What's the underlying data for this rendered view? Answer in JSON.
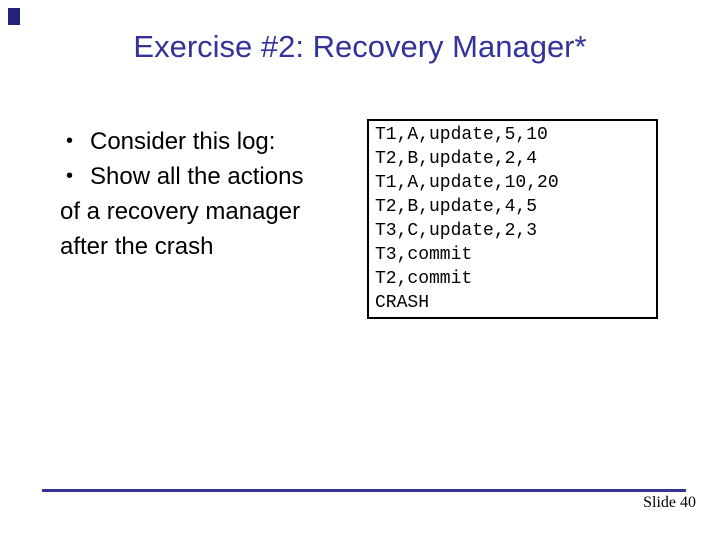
{
  "slide": {
    "title": "Exercise #2: Recovery Manager*",
    "body": {
      "bullet_char": "•",
      "bullets": [
        {
          "text": "Consider this log:"
        },
        {
          "text": "Show all the actions"
        }
      ],
      "wrap_lines": [
        "of a recovery manager",
        "after the crash"
      ]
    },
    "log_box": {
      "lines": [
        "T1,A,update,5,10",
        "T2,B,update,2,4",
        "T1,A,update,10,20",
        "T2,B,update,4,5",
        "T3,C,update,2,3",
        "T3,commit",
        "T2,commit",
        "CRASH"
      ]
    },
    "footer": {
      "slide_label": "Slide 40"
    },
    "colors": {
      "title": "#333399",
      "accent_line": "#333399",
      "corner_marker": "#232377",
      "text": "#000000",
      "log_border": "#000000"
    }
  }
}
